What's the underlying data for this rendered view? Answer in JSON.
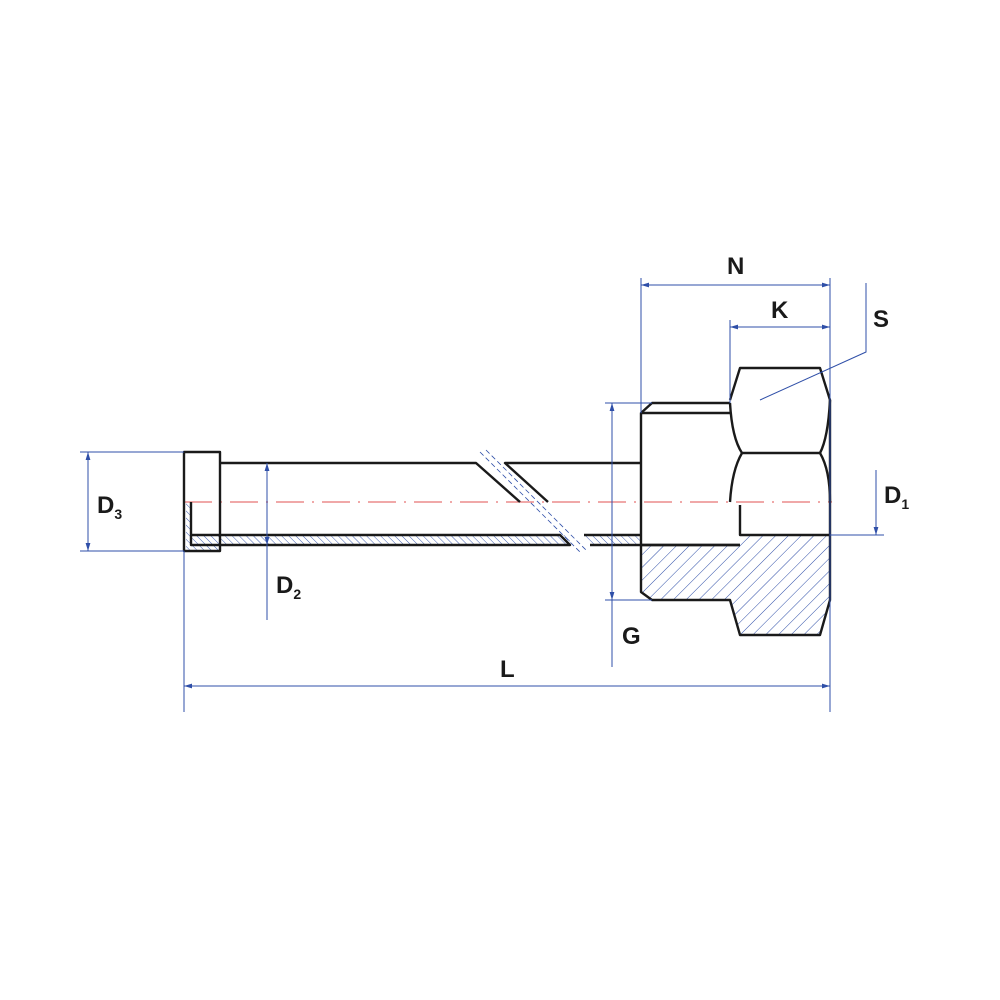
{
  "drawing": {
    "colors": {
      "outline": "#1a1a1a",
      "dimension": "#2f4fa8",
      "centerline": "#e05050"
    },
    "labels": {
      "N": "N",
      "K": "K",
      "S": "S",
      "D3": "D",
      "D3_sub": "3",
      "D2": "D",
      "D2_sub": "2",
      "D1": "D",
      "D1_sub": "1",
      "G": "G",
      "L": "L"
    }
  }
}
